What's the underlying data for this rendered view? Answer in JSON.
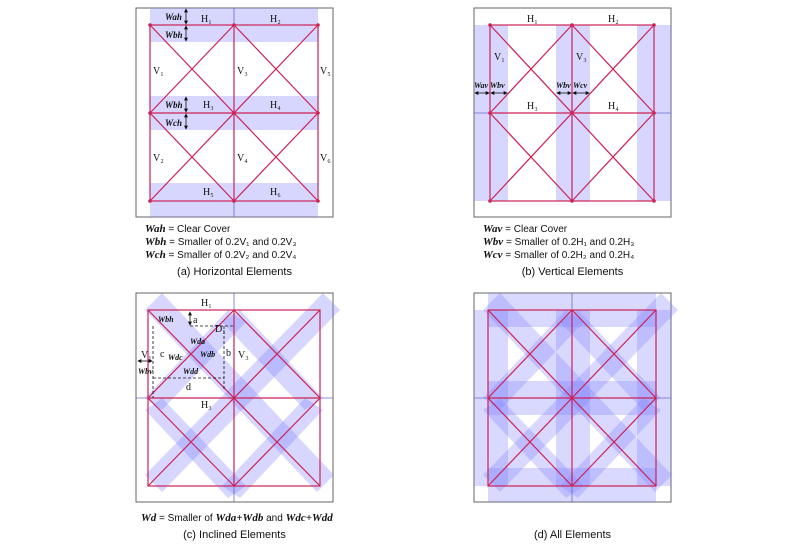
{
  "colors": {
    "member": "#cc2255",
    "band_fill": "#8080ff",
    "band_opacity": "0.32",
    "frame": "#666666",
    "inner_line": "#6a6acc"
  },
  "panel_a": {
    "labels": {
      "H1": "H₁",
      "H2": "H₂",
      "H3": "H₃",
      "H4": "H₄",
      "H5": "H₅",
      "H6": "H₆",
      "V1": "V₁",
      "V2": "V₂",
      "V3": "V₃",
      "V4": "V₄",
      "V5": "V₅",
      "V6": "V₆",
      "Wah": "Wah",
      "Wbh_top": "Wbh",
      "Wbh_mid": "Wbh",
      "Wch": "Wch"
    },
    "legend": [
      {
        "sym": "Wah",
        "text": " = Clear Cover"
      },
      {
        "sym": "Wbh",
        "text": " = Smaller of 0.2V₁ and 0.2V₃"
      },
      {
        "sym": "Wch",
        "text": " = Smaller of 0.2V₂ and 0.2V₄"
      }
    ],
    "caption": "(a) Horizontal Elements"
  },
  "panel_b": {
    "labels": {
      "H1": "H₁",
      "H2": "H₂",
      "H3": "H₃",
      "H4": "H₄",
      "V1": "V₁",
      "V3": "V₃",
      "Wav": "Wav",
      "Wbv_left": "Wbv",
      "Wbv_right": "Wbv",
      "Wcv": "Wcv"
    },
    "legend": [
      {
        "sym": "Wav",
        "text": " = Clear Cover"
      },
      {
        "sym": "Wbv",
        "text": " = Smaller of 0.2H₁ and 0.2H₃"
      },
      {
        "sym": "Wcv",
        "text": " = Smaller of 0.2H₂ and 0.2H₄"
      }
    ],
    "caption": "(b) Vertical Elements"
  },
  "panel_c": {
    "labels": {
      "H1": "H₁",
      "H3": "H₃",
      "V1": "V₁",
      "V3": "V₃",
      "D1": "D₁",
      "a": "a",
      "b": "b",
      "c": "c",
      "d": "d",
      "Wbh": "Wbh",
      "Wda": "Wda",
      "Wdb": "Wdb",
      "Wdc": "Wdc",
      "Wdd": "Wdd",
      "Wbv": "Wbv"
    },
    "legend": [
      {
        "sym": "Wd",
        "text": " = Smaller of ",
        "sym2": "Wda+Wdb",
        "text2": " and ",
        "sym3": "Wdc+Wdd"
      }
    ],
    "caption": "(c) Inclined Elements"
  },
  "panel_d": {
    "caption": "(d) All Elements"
  }
}
